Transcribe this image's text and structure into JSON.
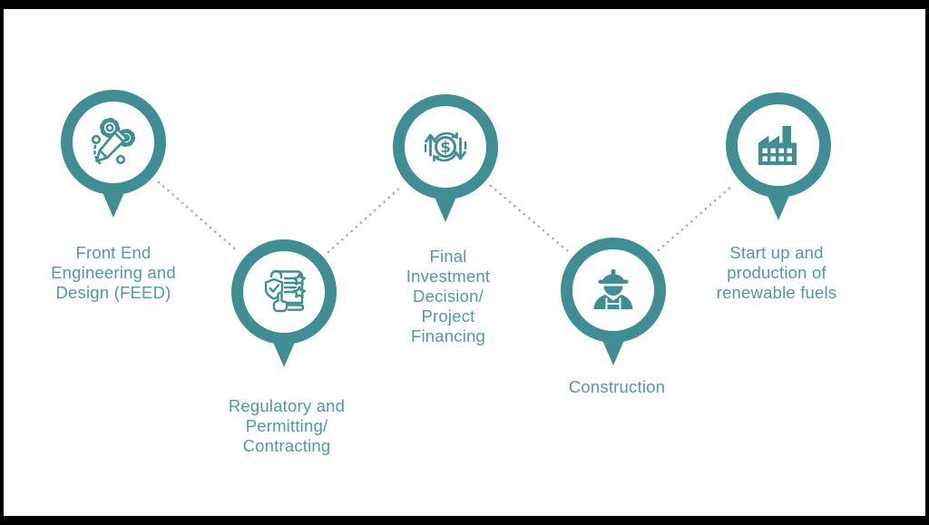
{
  "diagram": {
    "type": "milestone-timeline",
    "milestones": [
      {
        "id": "feed",
        "label": "Front End\nEngineering and\nDesign (FEED)",
        "icon": "pencil-gears-icon"
      },
      {
        "id": "regulatory",
        "label": "Regulatory and\nPermitting/\nContracting",
        "icon": "checklist-shield-icon"
      },
      {
        "id": "investment",
        "label": "Final\nInvestment\nDecision/\nProject\nFinancing",
        "icon": "dollar-cycle-icon"
      },
      {
        "id": "construction",
        "label": "Construction",
        "icon": "construction-worker-icon"
      },
      {
        "id": "startup",
        "label": "Start up and\nproduction of\nrenewable fuels",
        "icon": "factory-icon"
      }
    ],
    "colors": {
      "marker_teal": "#3E8E93",
      "label_text": "#4E9BA1",
      "connector_dots": "#ADADAD",
      "background": "#FFFFFF",
      "frame": "#000000"
    }
  }
}
